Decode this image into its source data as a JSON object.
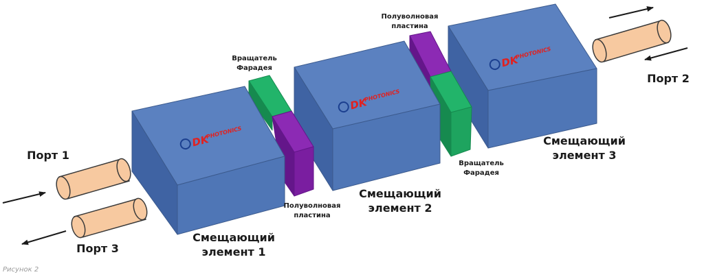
{
  "colors": {
    "block_front": "#4f76b6",
    "block_top": "#5b81c0",
    "block_side": "#3f63a3",
    "block_edge": "#3b5a8d",
    "faraday_front": "#1ea45f",
    "faraday_top": "#22b46a",
    "faraday_side": "#168a4f",
    "halfwave_front": "#7a1ea0",
    "halfwave_top": "#8c2ab4",
    "halfwave_side": "#64168a",
    "fiber": "#f7c9a0",
    "fiber_edge": "#3a3a3a",
    "logo_red": "#e1211f",
    "logo_blue": "#1b3f8f"
  },
  "logo": {
    "brand_main": "DK",
    "brand_sub": "PHOTONICS"
  },
  "labels": {
    "port1": "Порт 1",
    "port2": "Порт 2",
    "port3": "Порт 3",
    "element1_line1": "Смещающий",
    "element1_line2": "элемент 1",
    "element2_line1": "Смещающий",
    "element2_line2": "элемент 2",
    "element3_line1": "Смещающий",
    "element3_line2": "элемент 3",
    "faraday1_line1": "Вращатель",
    "faraday1_line2": "Фарадея",
    "faraday2_line1": "Вращатель",
    "faraday2_line2": "Фарадея",
    "halfwave1_line1": "Полуволновая",
    "halfwave1_line2": "пластина",
    "halfwave2_line1": "Полуволновая",
    "halfwave2_line2": "пластина"
  },
  "caption": "Рисунок 2"
}
